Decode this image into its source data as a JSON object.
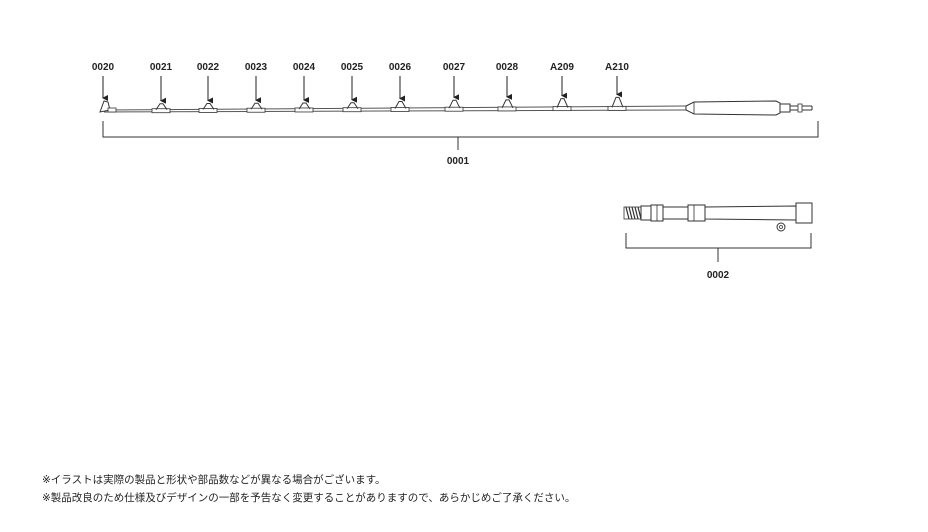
{
  "top_guide_labels": [
    "0020",
    "0021",
    "0022",
    "0023",
    "0024",
    "0025",
    "0026",
    "0027",
    "0028",
    "A209",
    "A210"
  ],
  "tip_section_label": "0001",
  "butt_section_label": "0002",
  "notes": [
    "※イラストは実際の製品と形状や部品数などが異なる場合がございます。",
    "※製品改良のため仕様及びデザインの一部を予告なく変更することがありますので、あらかじめご了承ください。"
  ]
}
